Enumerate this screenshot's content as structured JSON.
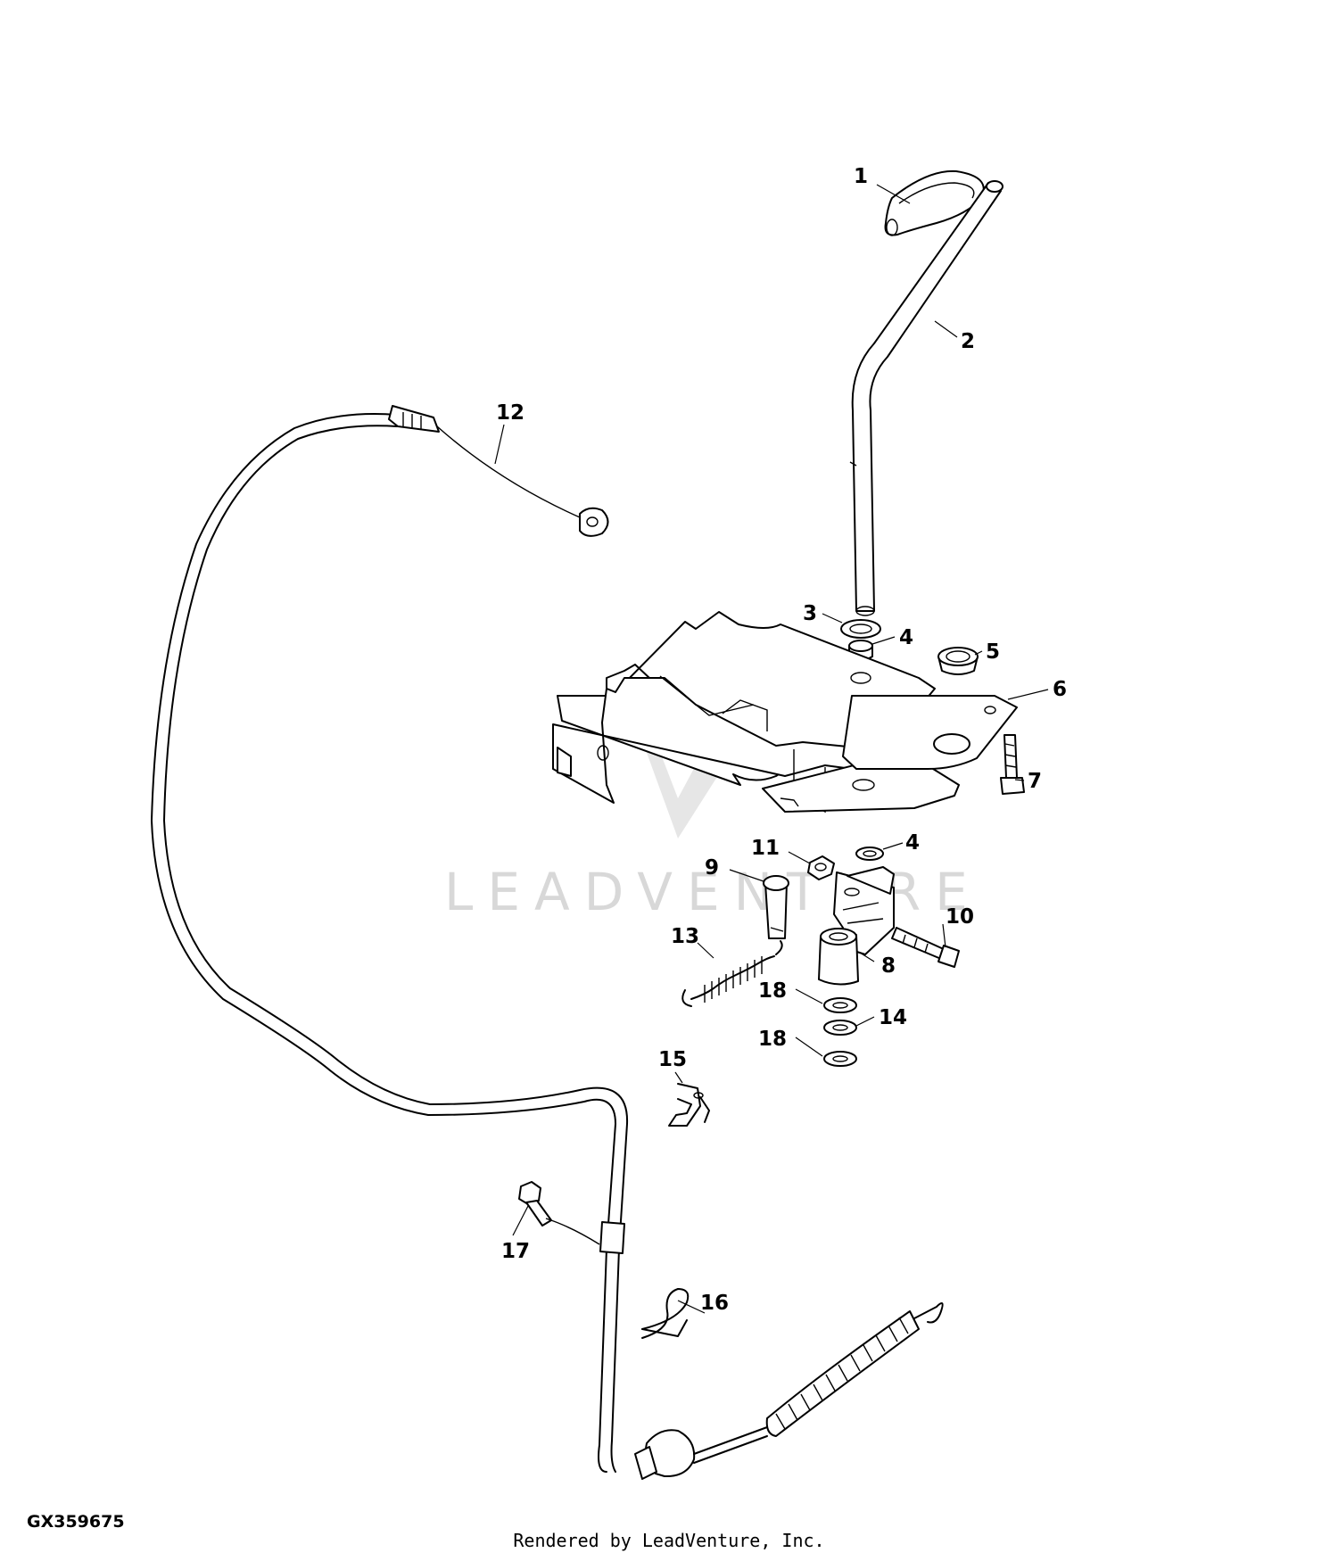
{
  "callouts": [
    {
      "num": "1"
    },
    {
      "num": "2"
    },
    {
      "num": "3"
    },
    {
      "num": "4"
    },
    {
      "num": "5"
    },
    {
      "num": "6"
    },
    {
      "num": "7"
    },
    {
      "num": "4"
    },
    {
      "num": "9"
    },
    {
      "num": "11"
    },
    {
      "num": "10"
    },
    {
      "num": "13"
    },
    {
      "num": "8"
    },
    {
      "num": "18"
    },
    {
      "num": "14"
    },
    {
      "num": "18"
    },
    {
      "num": "15"
    },
    {
      "num": "12"
    },
    {
      "num": "17"
    },
    {
      "num": "16"
    }
  ],
  "watermark": "LEADVENTURE",
  "figure_id": "GX359675",
  "credit": "Rendered by LeadVenture, Inc."
}
